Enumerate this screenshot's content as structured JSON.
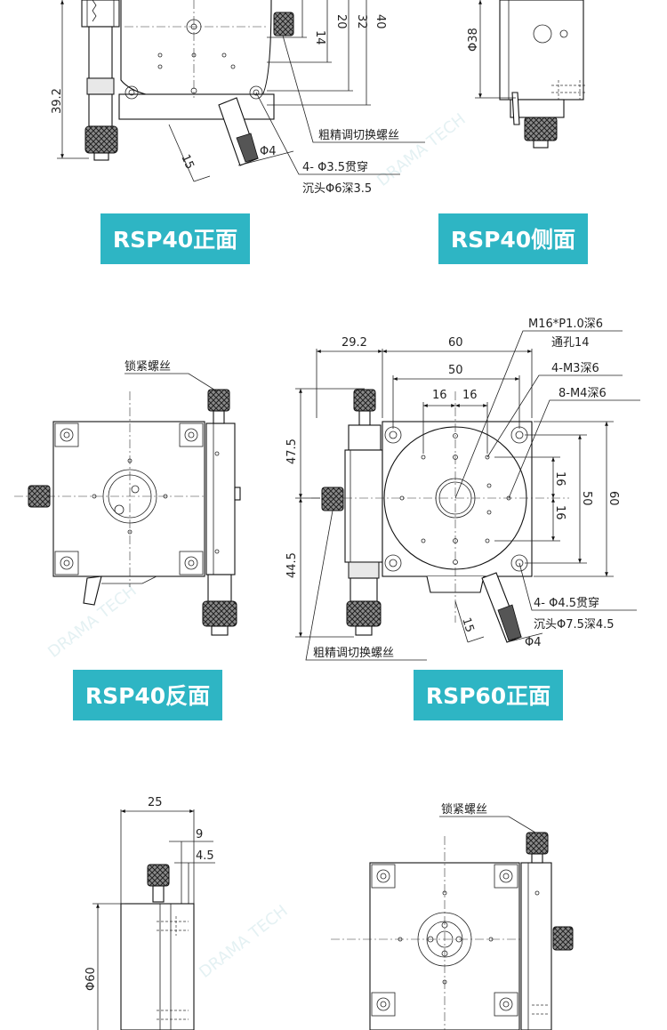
{
  "colors": {
    "banner": "#2eb5c4",
    "banner_text": "#ffffff",
    "line": "#111111"
  },
  "banners": {
    "rsp40_front": "RSP40正面",
    "rsp40_side": "RSP40侧面",
    "rsp40_back": "RSP40反面",
    "rsp60_front": "RSP60正面"
  },
  "labels": {
    "coarse_fine_screw": "粗精调切换螺丝",
    "lock_screw": "锁紧螺丝",
    "rsp40_hole_1": "4- Φ3.5贯穿",
    "rsp40_hole_2": "沉头Φ6深3.5",
    "rsp60_thread_1": "M16*P1.0深6",
    "rsp60_thread_2": "通孔14",
    "rsp60_m3": "4-M3深6",
    "rsp60_m4": "8-M4深6",
    "rsp60_hole_1": "4- Φ4.5贯穿",
    "rsp60_hole_2": "沉头Φ7.5深4.5"
  },
  "dims": {
    "rsp40_front": {
      "d14": "14",
      "d20": "20",
      "d32": "32",
      "d40": "40",
      "d39_2": "39.2",
      "d15": "15",
      "phi4": "Φ4"
    },
    "rsp40_side": {
      "phi38": "Φ38"
    },
    "rsp60_front": {
      "d29_2": "29.2",
      "d60": "60",
      "d50": "50",
      "d16a": "16",
      "d16b": "16",
      "d47_5": "47.5",
      "d44_5": "44.5",
      "v16a": "16",
      "v16b": "16",
      "v50": "50",
      "v60": "60",
      "d15": "15",
      "phi4": "Φ4"
    },
    "bottom_side": {
      "d25": "25",
      "d9": "9",
      "d4_5": "4.5",
      "phi60": "Φ60"
    }
  },
  "watermark": "DRAMA TECH"
}
